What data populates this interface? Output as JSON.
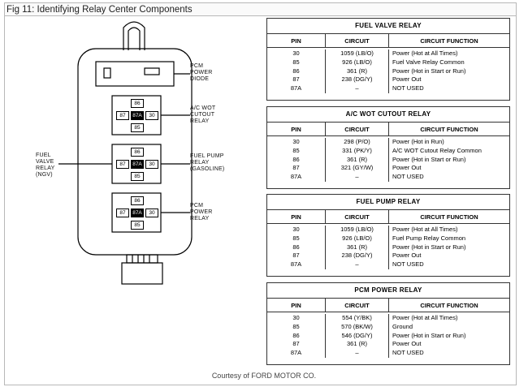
{
  "figure_title": "Fig 11: Identifying Relay Center Components",
  "courtesy": "Courtesy of FORD MOTOR CO.",
  "diagram": {
    "callouts": {
      "pcm_power_diode": [
        "PCM",
        "POWER",
        "DIODE"
      ],
      "ac_wot_cutout_relay": [
        "A/C WOT",
        "CUTOUT",
        "RELAY"
      ],
      "fuel_pump_relay": [
        "FUEL PUMP",
        "RELAY",
        "(GASOLINE)"
      ],
      "pcm_power_relay": [
        "PCM",
        "POWER",
        "RELAY"
      ],
      "fuel_valve_relay": [
        "FUEL",
        "VALVE",
        "RELAY",
        "(NGV)"
      ]
    },
    "relay_pins": {
      "top": "86",
      "left": "87",
      "center": "87A",
      "right": "30",
      "bottom": "85"
    }
  },
  "tables": [
    {
      "title": "FUEL VALVE RELAY",
      "headers": [
        "PIN",
        "CIRCUIT",
        "CIRCUIT FUNCTION"
      ],
      "rows": [
        [
          "30",
          "1059 (LB/O)",
          "Power (Hot at All Times)"
        ],
        [
          "85",
          "926 (LB/O)",
          "Fuel Valve Relay Common"
        ],
        [
          "86",
          "361 (R)",
          "Power (Hot in Start or Run)"
        ],
        [
          "87",
          "238 (DG/Y)",
          "Power Out"
        ],
        [
          "87A",
          "–",
          "NOT USED"
        ]
      ]
    },
    {
      "title": "A/C WOT CUTOUT RELAY",
      "headers": [
        "PIN",
        "CIRCUIT",
        "CIRCUIT FUNCTION"
      ],
      "rows": [
        [
          "30",
          "298 (P/O)",
          "Power (Hot in Run)"
        ],
        [
          "85",
          "331 (PK/Y)",
          "A/C WOT Cutout Relay Common"
        ],
        [
          "86",
          "361 (R)",
          "Power (Hot in Start or Run)"
        ],
        [
          "87",
          "321 (GY/W)",
          "Power Out"
        ],
        [
          "87A",
          "–",
          "NOT USED"
        ]
      ]
    },
    {
      "title": "FUEL PUMP RELAY",
      "headers": [
        "PIN",
        "CIRCUIT",
        "CIRCUIT FUNCTION"
      ],
      "rows": [
        [
          "30",
          "1059 (LB/O)",
          "Power (Hot at All Times)"
        ],
        [
          "85",
          "926 (LB/O)",
          "Fuel Pump Relay Common"
        ],
        [
          "86",
          "361 (R)",
          "Power (Hot in Start or Run)"
        ],
        [
          "87",
          "238 (DG/Y)",
          "Power Out"
        ],
        [
          "87A",
          "–",
          "NOT USED"
        ]
      ]
    },
    {
      "title": "PCM POWER RELAY",
      "headers": [
        "PIN",
        "CIRCUIT",
        "CIRCUIT FUNCTION"
      ],
      "rows": [
        [
          "30",
          "554 (Y/BK)",
          "Power (Hot at All Times)"
        ],
        [
          "85",
          "570 (BK/W)",
          "Ground"
        ],
        [
          "86",
          "546 (DG/Y)",
          "Power (Hot in Start or Run)"
        ],
        [
          "87",
          "361 (R)",
          "Power Out"
        ],
        [
          "87A",
          "–",
          "NOT USED"
        ]
      ]
    }
  ]
}
